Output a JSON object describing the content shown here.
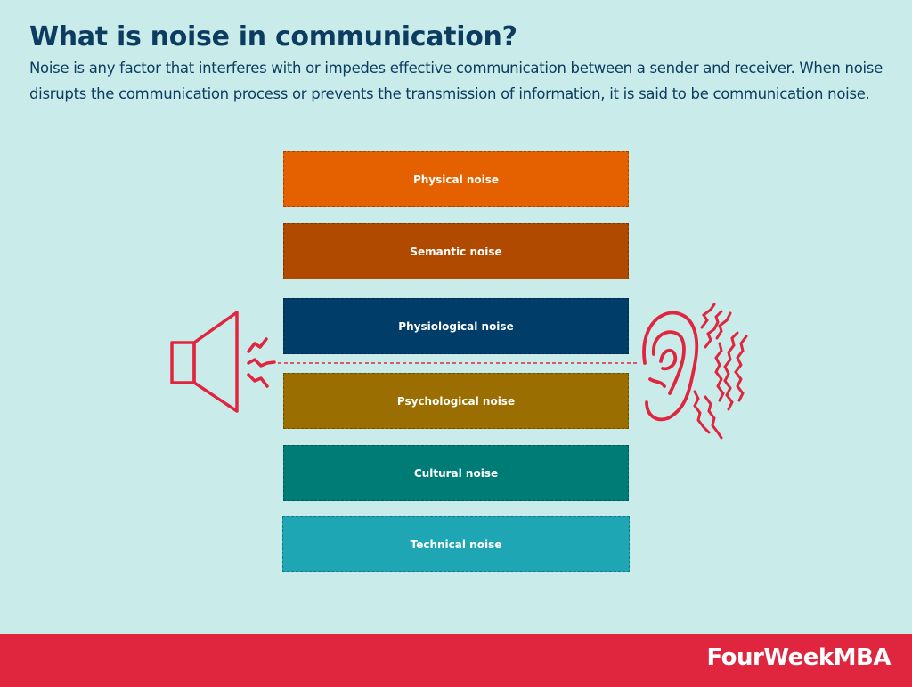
{
  "header": {
    "title": "What is noise in communication?",
    "description": "Noise is any factor that interferes with or impedes effective communication between a sender and receiver. When noise disrupts the communication process or prevents the transmission of information, it is said to be communication noise."
  },
  "diagram": {
    "boxes": [
      {
        "label": "Physical noise",
        "color": "#e56100"
      },
      {
        "label": "Semantic noise",
        "color": "#b04a00"
      },
      {
        "label": "Physiological noise",
        "color": "#003e69"
      },
      {
        "label": "Psychological noise",
        "color": "#9a6e00"
      },
      {
        "label": "Cultural noise",
        "color": "#007c76"
      },
      {
        "label": "Technical noise",
        "color": "#1fa6b5"
      }
    ],
    "sender_icon": "speaker-icon",
    "receiver_icon": "ear-icon",
    "connector": "dashed-line",
    "accent_color": "#e0263f"
  },
  "footer": {
    "brand": "FourWeekMBA",
    "color": "#e0263f"
  }
}
